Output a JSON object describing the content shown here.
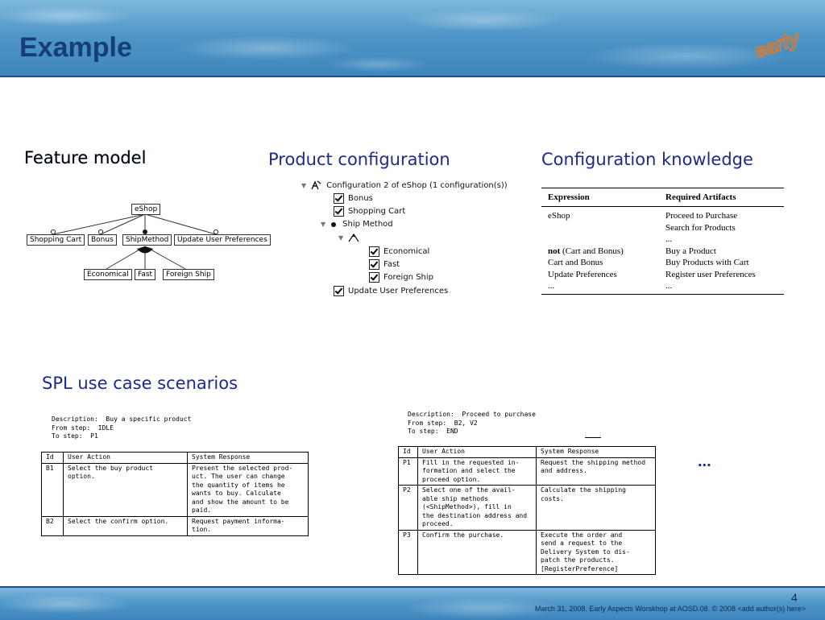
{
  "title": "Example",
  "logo_text": "early",
  "sections": {
    "feature_model": "Feature model",
    "product_configuration": "Product configuration",
    "configuration_knowledge": "Configuration knowledge",
    "spl_use_case_scenarios": "SPL use case scenarios"
  },
  "feature_model": {
    "root": "eShop",
    "children": [
      "Shopping Cart",
      "Bonus",
      "ShipMethod",
      "Update User Preferences"
    ],
    "ship_methods": [
      "Economical",
      "Fast",
      "Foreign Ship"
    ]
  },
  "product_configuration": {
    "root": "Configuration 2 of eShop (1 configuration(s))",
    "items": {
      "bonus": "Bonus",
      "shopping_cart": "Shopping Cart",
      "ship_method": "Ship Method",
      "economical": "Economical",
      "fast": "Fast",
      "foreign_ship": "Foreign Ship",
      "update_user_preferences": "Update User Preferences"
    }
  },
  "configuration_knowledge": {
    "headers": [
      "Expression",
      "Required Artifacts"
    ],
    "rows": [
      {
        "expression": [
          "eShop",
          "",
          ""
        ],
        "artifacts": [
          "Proceed to Purchase",
          "Search for Products",
          "..."
        ]
      },
      {
        "expression_keyword": "not",
        "expression": [
          "(Cart and Bonus)",
          "Cart and Bonus",
          "Update Preferences",
          "..."
        ],
        "artifacts": [
          "Buy a Product",
          "Buy Products with Cart",
          "Register user Preferences",
          "..."
        ]
      }
    ]
  },
  "use_case_1": {
    "header": [
      "Description:  Buy a specific product",
      "From step:  IDLE",
      "To step:  P1"
    ],
    "columns": [
      "Id",
      "User Action",
      "System Response"
    ],
    "rows": [
      {
        "id": "B1",
        "action": [
          "Select the buy product",
          "option."
        ],
        "response": [
          "Present the selected prod-",
          "uct.  The user can change",
          "the quantity of items he",
          "wants to buy.  Calculate",
          "and show the amount to be",
          "paid."
        ]
      },
      {
        "id": "B2",
        "action": [
          "Select the confirm option."
        ],
        "response": [
          "Request payment informa-",
          "tion."
        ]
      }
    ]
  },
  "use_case_2": {
    "header": [
      "Description:  Proceed to purchase",
      "From step:  B2, V2",
      "To step:  END"
    ],
    "columns": [
      "Id",
      "User Action",
      "System Response"
    ],
    "rows": [
      {
        "id": "P1",
        "action": [
          "Fill in the requested in-",
          "formation and select the",
          "proceed option."
        ],
        "response": [
          "Request the shipping method",
          "and address."
        ]
      },
      {
        "id": "P2",
        "action": [
          "Select one of the avail-",
          "able ship methods",
          "(<ShipMethod>), fill in",
          "the destination address and",
          "proceed."
        ],
        "response": [
          "Calculate the shipping",
          "costs."
        ]
      },
      {
        "id": "P3",
        "action": [
          "Confirm the purchase."
        ],
        "response": [
          "Execute the order and",
          "send a request to the",
          "Delivery System to dis-",
          "patch the products.",
          "[RegisterPreference]"
        ]
      }
    ]
  },
  "ellipsis": "...",
  "footer": {
    "page_number": "4",
    "text": "March 31, 2008.   Early Aspects Worskhop at AOSD.08.   © 2008 <add author(s) here>"
  }
}
